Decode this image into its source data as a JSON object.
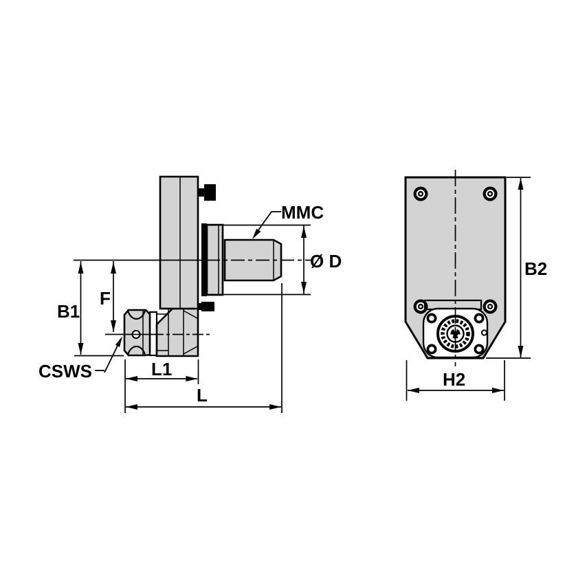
{
  "colors": {
    "part_fill": "#d3d3d3",
    "line": "#000000",
    "background": "#ffffff"
  },
  "views": {
    "side": {
      "labels": {
        "mmc": "MMC",
        "diameter": "Ø D",
        "b1": "B1",
        "f": "F",
        "csws": "CSWS",
        "l1": "L1",
        "l": "L"
      }
    },
    "front": {
      "labels": {
        "b2": "B2",
        "h2": "H2"
      }
    }
  }
}
